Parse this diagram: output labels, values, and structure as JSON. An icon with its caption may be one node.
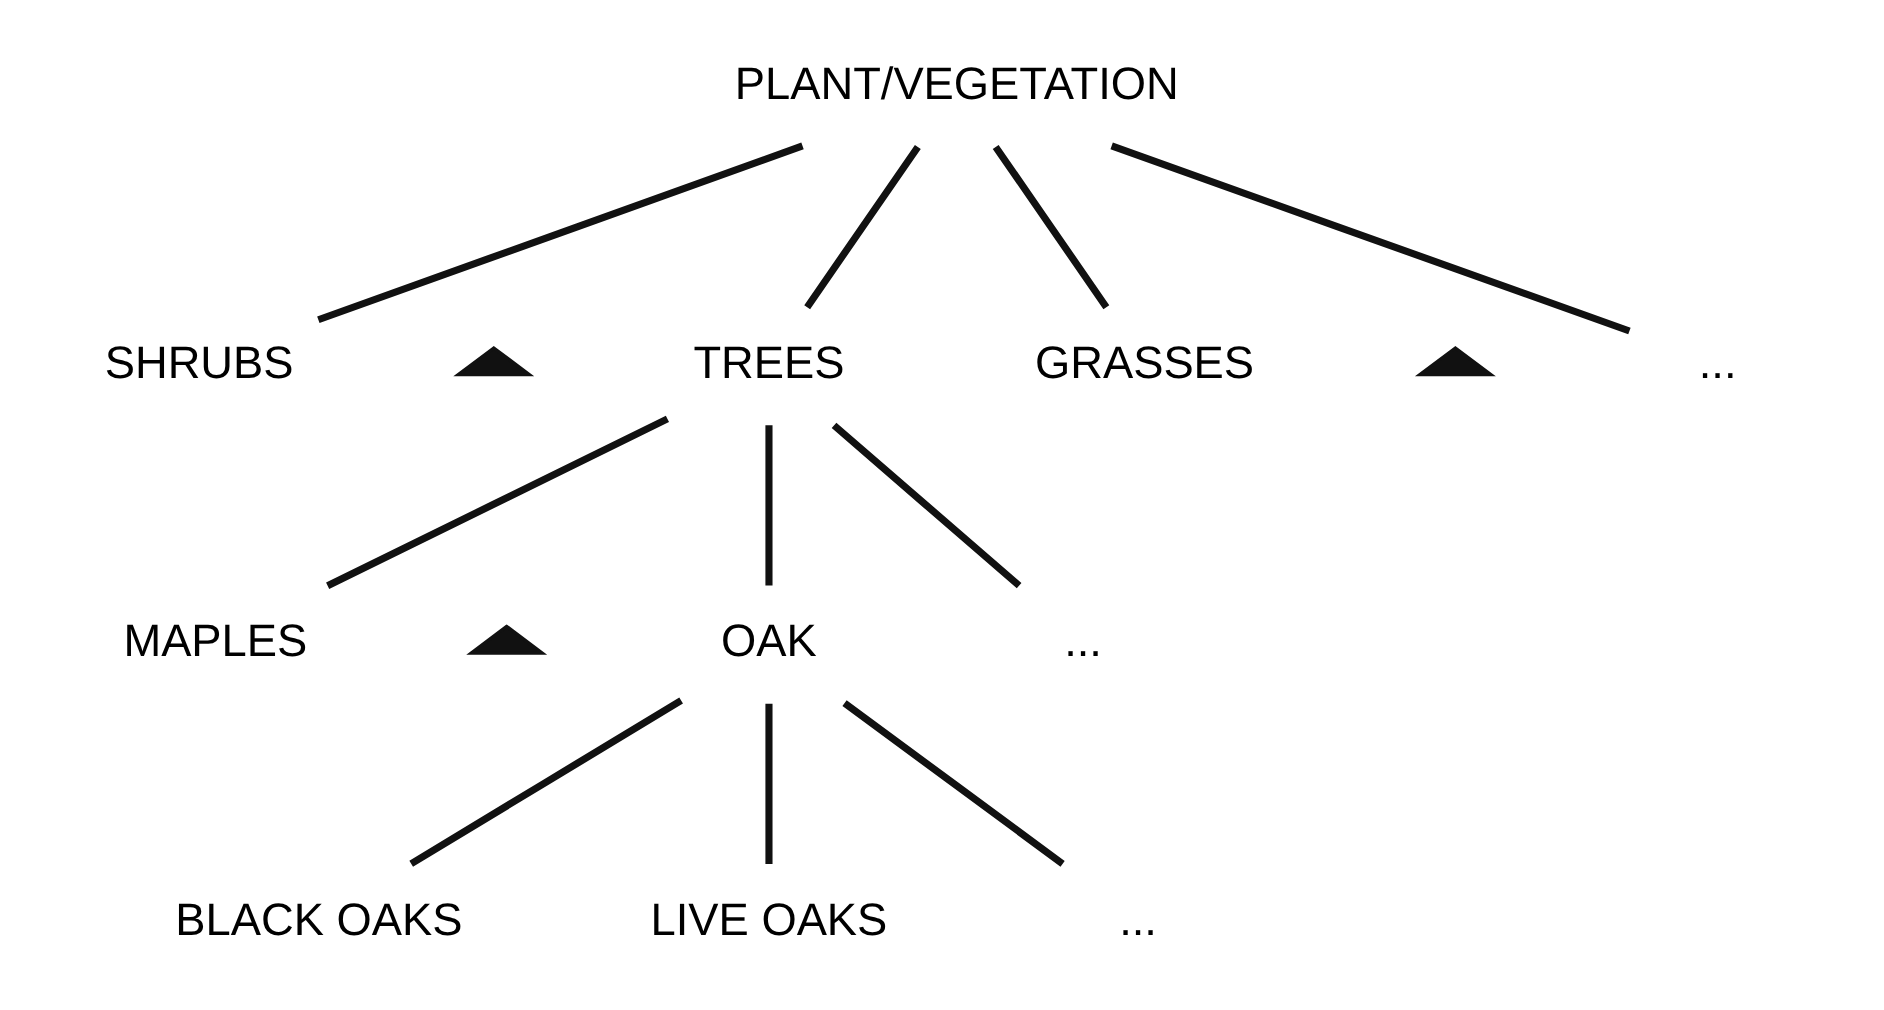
{
  "diagram": {
    "nodes": [
      {
        "text": [
          "PLANT/VEGETATION"
        ]
      },
      {
        "text": [
          "SHRUBS"
        ]
      },
      {
        "text": [
          "TREES"
        ]
      },
      {
        "text": [
          "GRASSES"
        ]
      },
      {
        "text": [
          "..."
        ]
      },
      {
        "text": [
          "MAPLES"
        ]
      },
      {
        "text": [
          "OAK"
        ]
      },
      {
        "text": [
          "..."
        ]
      },
      {
        "text": [
          "BLACK OAKS"
        ]
      },
      {
        "text": [
          "LIVE OAKS"
        ]
      },
      {
        "text": [
          "..."
        ]
      },
      {
        "text": [],
        "shape": "caret"
      },
      {
        "text": [],
        "shape": "caret"
      },
      {
        "text": [],
        "shape": "caret"
      }
    ],
    "edges": [
      {
        "from": 0,
        "to": 1,
        "arrow": "none"
      },
      {
        "from": 0,
        "to": 2,
        "arrow": "none"
      },
      {
        "from": 0,
        "to": 3,
        "arrow": "none"
      },
      {
        "from": 0,
        "to": 4,
        "arrow": "none"
      },
      {
        "from": 2,
        "to": 5,
        "arrow": "none"
      },
      {
        "from": 2,
        "to": 6,
        "arrow": "none"
      },
      {
        "from": 2,
        "to": 7,
        "arrow": "none"
      },
      {
        "from": 6,
        "to": 8,
        "arrow": "none"
      },
      {
        "from": 6,
        "to": 9,
        "arrow": "none"
      },
      {
        "from": 6,
        "to": 10,
        "arrow": "none"
      }
    ]
  }
}
